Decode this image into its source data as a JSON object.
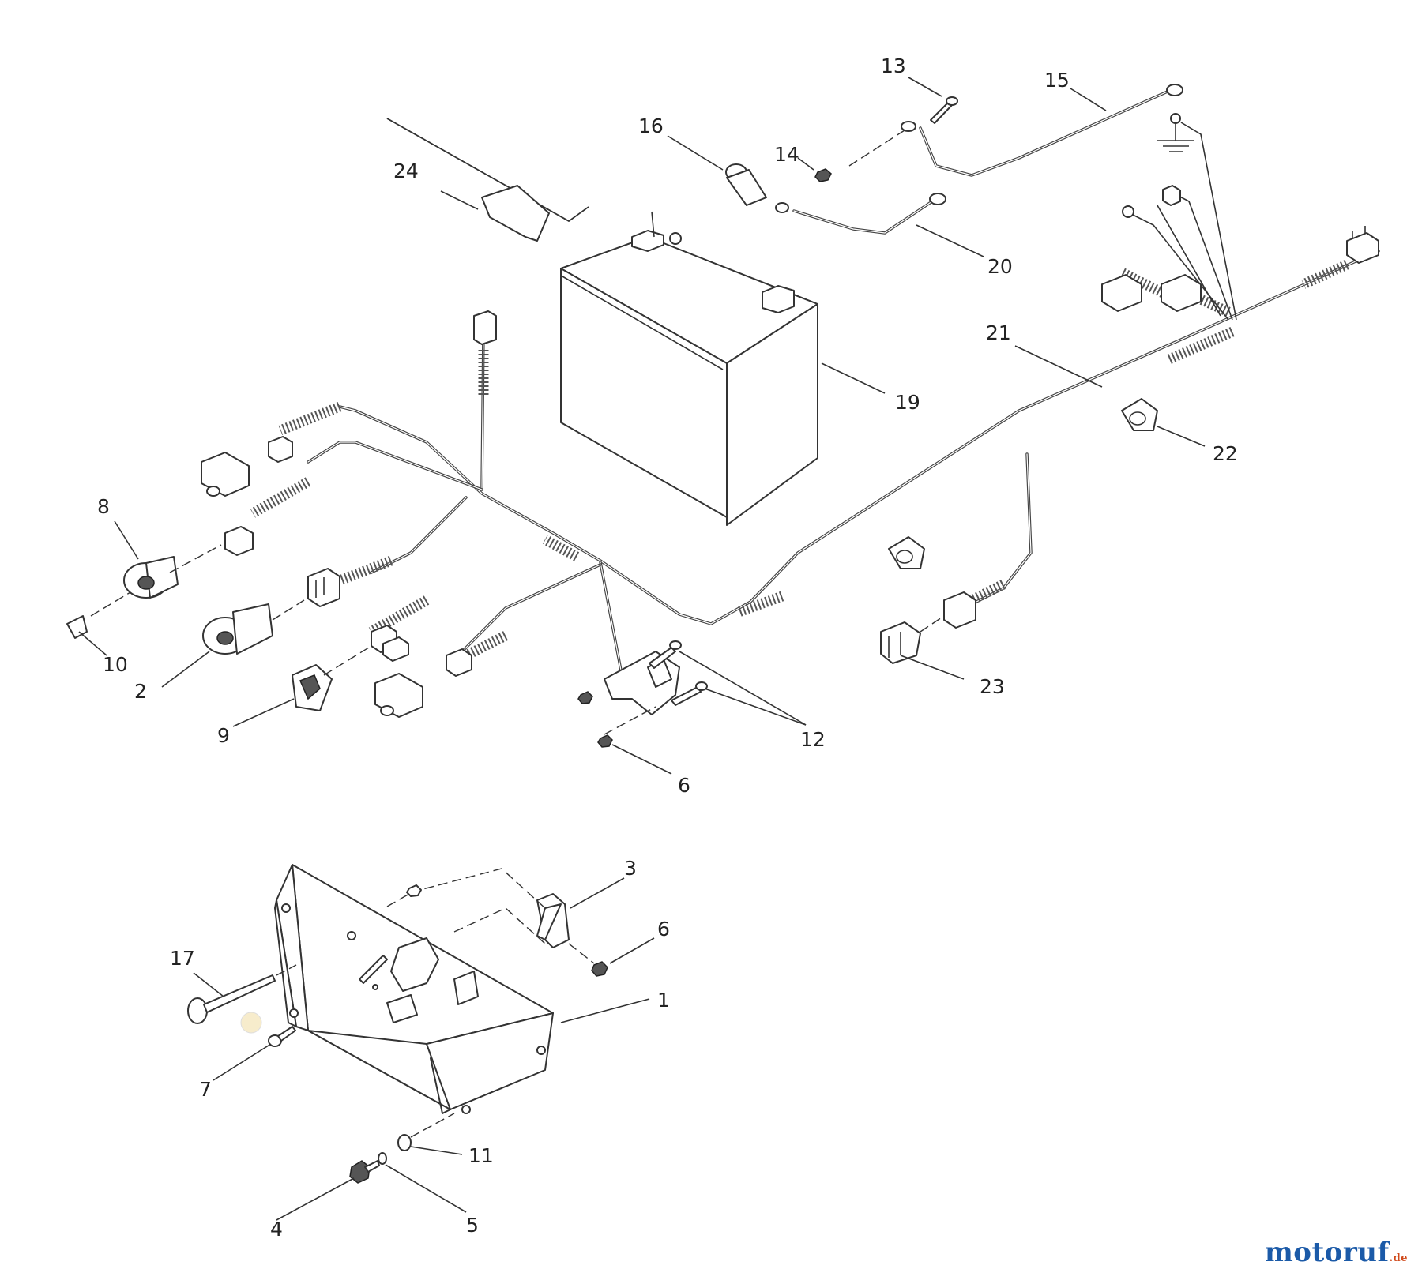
{
  "labels": {
    "l1": "1",
    "l2": "2",
    "l3": "3",
    "l4": "4",
    "l5": "5",
    "l6a": "6",
    "l6b": "6",
    "l7": "7",
    "l8": "8",
    "l9": "9",
    "l10": "10",
    "l11": "11",
    "l12": "12",
    "l13": "13",
    "l14": "14",
    "l15": "15",
    "l16": "16",
    "l17": "17",
    "l19": "19",
    "l20": "20",
    "l21": "21",
    "l22": "22",
    "l23": "23",
    "l24": "24"
  },
  "watermark": {
    "brand": "motoruf",
    "tld": ".de"
  }
}
